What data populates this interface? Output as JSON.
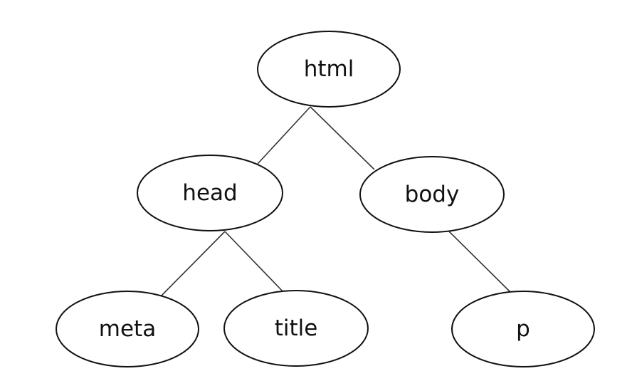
{
  "diagram": {
    "type": "tree",
    "nodes": {
      "html": "html",
      "head": "head",
      "body": "body",
      "meta": "meta",
      "title": "title",
      "p": "p"
    },
    "edges": [
      [
        "html",
        "head"
      ],
      [
        "html",
        "body"
      ],
      [
        "head",
        "meta"
      ],
      [
        "head",
        "title"
      ],
      [
        "body",
        "p"
      ]
    ],
    "colors": {
      "stroke": "#111111",
      "fill": "#ffffff"
    }
  }
}
